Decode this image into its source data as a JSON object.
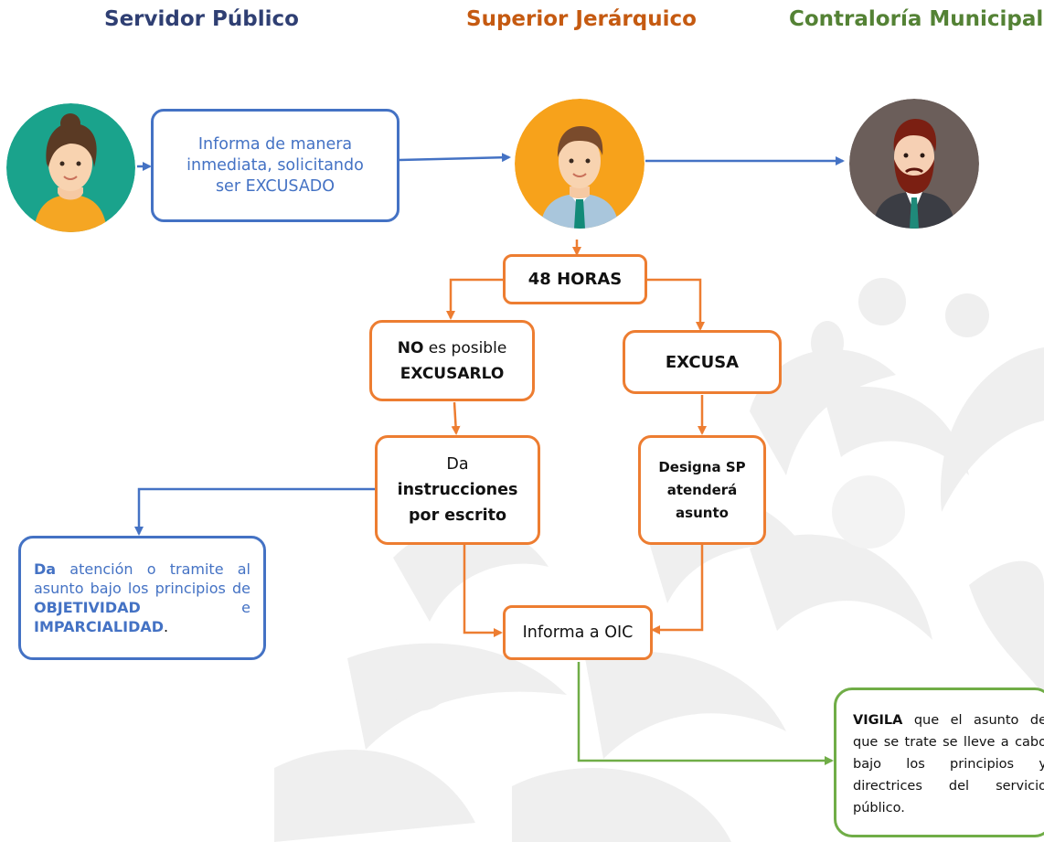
{
  "headers": {
    "servidor": "Servidor Público",
    "superior": "Superior Jerárquico",
    "contraloria": "Contraloría Municipal"
  },
  "colors": {
    "blue": "#4472c4",
    "orange": "#ed7d31",
    "green": "#70ad47",
    "servidor_header": "#2f3f73",
    "superior_header": "#c55a11",
    "contraloria_header": "#548235"
  },
  "nodes": {
    "informa": {
      "line1": "Informa de manera",
      "line2": "inmediata, solicitando",
      "line3": "ser EXCUSADO"
    },
    "horas": {
      "label": "48 HORAS"
    },
    "no_posible": {
      "bold1": "NO",
      "rest1": " es posible",
      "bold2": "EXCUSARLO"
    },
    "excusa": {
      "label": "EXCUSA"
    },
    "da_instrucciones": {
      "line1": "Da",
      "bold1": "instrucciones",
      "bold2": "por escrito"
    },
    "designa": {
      "line1": "Designa SP",
      "line2": "atenderá",
      "line3": "asunto"
    },
    "atencion": {
      "bold1": "Da",
      "text1": " atención o tramite al asunto bajo los principios de ",
      "bold2": "OBJETIVIDAD",
      "text2": " e ",
      "bold3": "IMPARCIALIDAD",
      "text3": "."
    },
    "informa_oic": {
      "label": "Informa a OIC"
    },
    "vigila": {
      "bold1": "VIGILA",
      "text1": " que el asunto de que se trate se lleve a cabo bajo los principios y directrices del servicio público."
    }
  },
  "icons": {
    "servidor": "woman-avatar-icon",
    "superior": "man-tie-avatar-icon",
    "contraloria": "bearded-man-avatar-icon"
  }
}
